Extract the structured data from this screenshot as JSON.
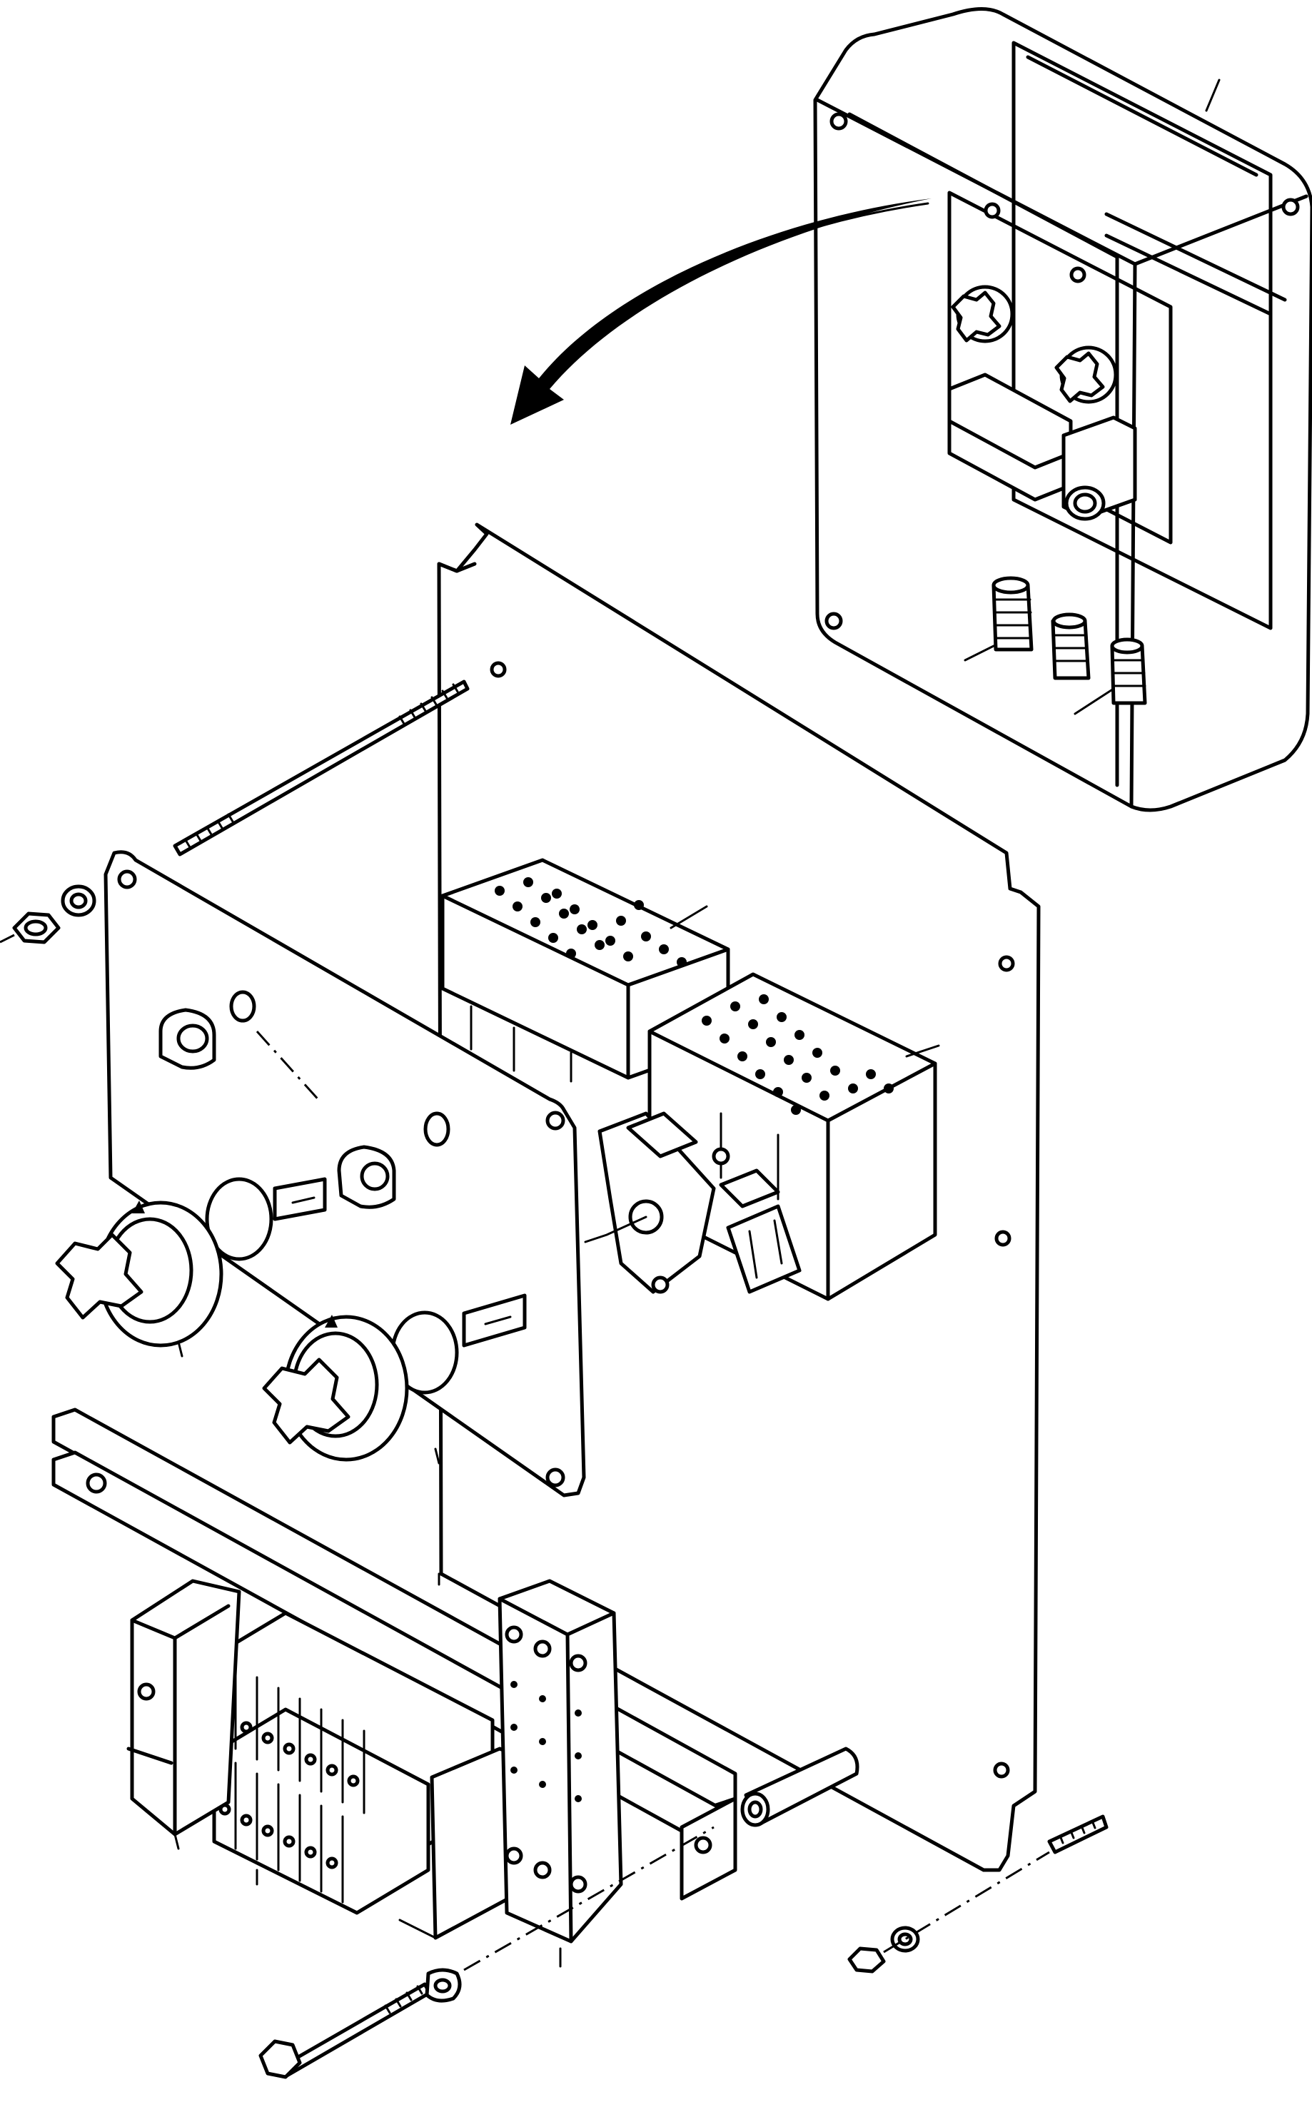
{
  "figure": {
    "parts": [
      "enclosure",
      "arrow",
      "mounting-plate",
      "front-panel",
      "threaded-rod",
      "nut",
      "washer",
      "relay-upper",
      "relay-lower",
      "selector-knob-left",
      "selector-knob-right",
      "din-rail",
      "terminal-blocks",
      "end-stop",
      "fuse-block",
      "spacer-tube",
      "bolt",
      "cable-glands"
    ]
  }
}
